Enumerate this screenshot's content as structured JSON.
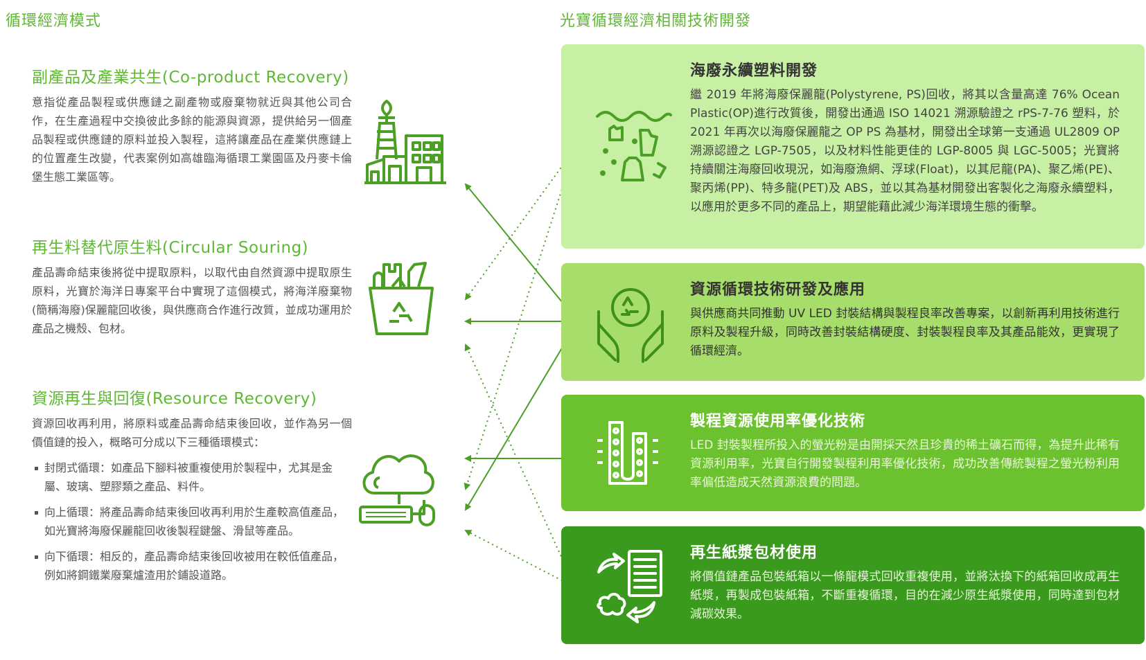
{
  "headers": {
    "left": "循環經濟模式",
    "right": "光寶循環經濟相關技術開發"
  },
  "models": [
    {
      "title": "副產品及產業共生(Co-product Recovery)",
      "body": "意指從產品製程或供應鏈之副產物或廢棄物就近與其他公司合作，在生產過程中交換彼此多餘的能源與資源，提供給另一個產品製程或供應鏈的原料並投入製程，這將讓產品在產業供應鏈上的位置產生改變，代表案例如高雄臨海循環工業園區及丹麥卡倫堡生態工業區等。"
    },
    {
      "title": "再生料替代原生料(Circular Souring)",
      "body": "產品壽命結束後將從中提取原料，以取代由自然資源中提取原生原料，光寶於海洋日專案平台中實現了這個模式，將海洋廢棄物(簡稱海廢)保麗龍回收後，與供應商合作進行改質，並成功運用於產品之機殼、包材。"
    },
    {
      "title": "資源再生與回復(Resource Recovery)",
      "body": "資源回收再利用，將原料或產品壽命結束後回收，並作為另一個價值鏈的投入，概略可分成以下三種循環模式：",
      "bullets": [
        "封閉式循環：如產品下腳料被重複使用於製程中，尤其是金屬、玻璃、塑膠類之產品、料件。",
        "向上循環：將產品壽命結束後回收再利用於生產較高值產品，如光寶將海廢保麗龍回收後製程鍵盤、滑鼠等產品。",
        "向下循環：相反的，產品壽命結束後回收被用在較低值產品，例如將鋼鐵業廢棄爐渣用於鋪設道路。"
      ]
    }
  ],
  "cards": [
    {
      "title": "海廢永續塑料開發",
      "body": "繼 2019 年將海廢保麗龍(Polystyrene, PS)回收，將其以含量高達 76% Ocean Plastic(OP)進行改質後，開發出通過 ISO 14021 溯源驗證之 rPS-7-76 塑料，於 2021 年再次以海廢保麗龍之 OP PS 為基材，開發出全球第一支通過 UL2809 OP 溯源認證之 LGP-7505，以及材料性能更佳的 LGP-8005 與 LGC-5005；光寶將持續關注海廢回收現況，如海廢漁網、浮球(Float)，以其尼龍(PA)、聚乙烯(PE)、聚丙烯(PP)、特多龍(PET)及 ABS，並以其為基材開發出客製化之海廢永續塑料，以應用於更多不同的產品上，期望能藉此減少海洋環境生態的衝擊。",
      "icon": "ocean-plastic-icon"
    },
    {
      "title": "資源循環技術研發及應用",
      "body": "與供應商共同推動 UV LED 封裝結構與製程良率改善專案，以創新再利用技術進行原料及製程升級，同時改善封裝結構硬度、封裝製程良率及其產品能效，更實現了循環經濟。",
      "icon": "hands-recycle-icon"
    },
    {
      "title": "製程資源使用率優化技術",
      "body": "LED 封裝製程所投入的螢光粉是由開採天然且珍貴的稀土礦石而得，為提升此稀有資源利用率，光寶自行開發製程利用率優化技術，成功改善傳統製程之螢光粉利用率偏低造成天然資源浪費的問題。",
      "icon": "led-strip-icon"
    },
    {
      "title": "再生紙漿包材使用",
      "body": "將價值鏈產品包裝紙箱以一條龍模式回收重複使用，並將汰換下的紙箱回收成再生紙漿，再製成包裝紙箱，不斷重複循環，目的在減少原生紙漿使用，同時達到包材減碳效果。",
      "icon": "paper-recycle-icon"
    }
  ],
  "colors": {
    "accent": "#5fb832",
    "icon_stroke": "#4a9f24",
    "card1": "#c8f0a4",
    "card2": "#a7dd6a",
    "card3": "#6cc22e",
    "card4": "#3a9a1e"
  }
}
